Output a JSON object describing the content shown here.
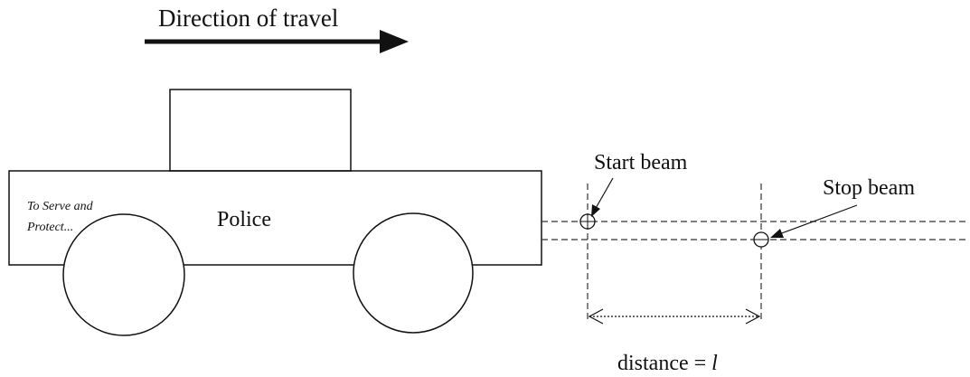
{
  "labels": {
    "direction": "Direction of travel",
    "slogan_line1": "To Serve and",
    "slogan_line2": "Protect...",
    "car_text": "Police",
    "start_beam": "Start beam",
    "stop_beam": "Stop beam",
    "distance_prefix": "distance = ",
    "distance_symbol": "l"
  },
  "colors": {
    "stroke": "#111111",
    "dashed": "#333333"
  }
}
